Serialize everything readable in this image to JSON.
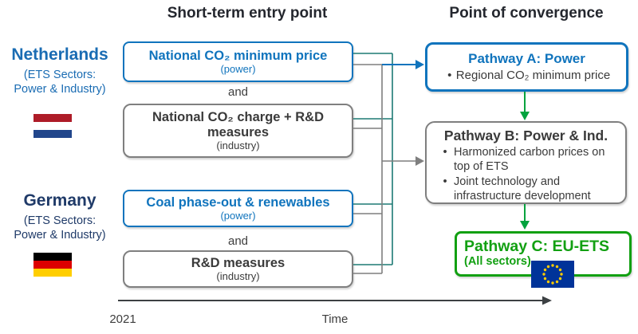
{
  "columns": {
    "entry_header": "Short-term entry point",
    "convergence_header": "Point of convergence"
  },
  "countries": {
    "netherlands": {
      "name": "Netherlands",
      "ets_line1": "(ETS Sectors:",
      "ets_line2": "Power & Industry)"
    },
    "germany": {
      "name": "Germany",
      "ets_line1": "(ETS Sectors:",
      "ets_line2": "Power & Industry)"
    }
  },
  "entry_boxes": {
    "and_label": "and",
    "nl_power": {
      "title": "National CO₂ minimum price",
      "scope": "(power)"
    },
    "nl_industry": {
      "title": "National CO₂ charge + R&D measures",
      "scope": "(industry)"
    },
    "de_power": {
      "title": "Coal phase-out & renewables",
      "scope": "(power)"
    },
    "de_industry": {
      "title": "R&D measures",
      "scope": "(industry)"
    }
  },
  "pathways": {
    "a": {
      "title": "Pathway A: Power",
      "bullet_1": "Regional CO₂ minimum price"
    },
    "b": {
      "title": "Pathway B: Power & Ind.",
      "bullet_1": "Harmonized carbon prices on top of ETS",
      "bullet_2": "Joint technology and infrastructure development"
    },
    "c": {
      "title": "Pathway C: EU-ETS",
      "subtitle": "(All sectors)"
    }
  },
  "timeline": {
    "start_year": "2021",
    "axis_label": "Time"
  },
  "colors": {
    "box_blue": "#1074bd",
    "connector_teal": "#1d7a74",
    "connector_gray": "#7f7f7f",
    "arrow_green": "#00a33e",
    "pathway_c_green": "#12a012",
    "netherlands_label_blue": "#1a6cb3",
    "germany_label_navy": "#1f3a68",
    "dark_text": "#3a3a3a",
    "eu_flag_blue": "#003399",
    "eu_star_yellow": "#ffcc00"
  }
}
